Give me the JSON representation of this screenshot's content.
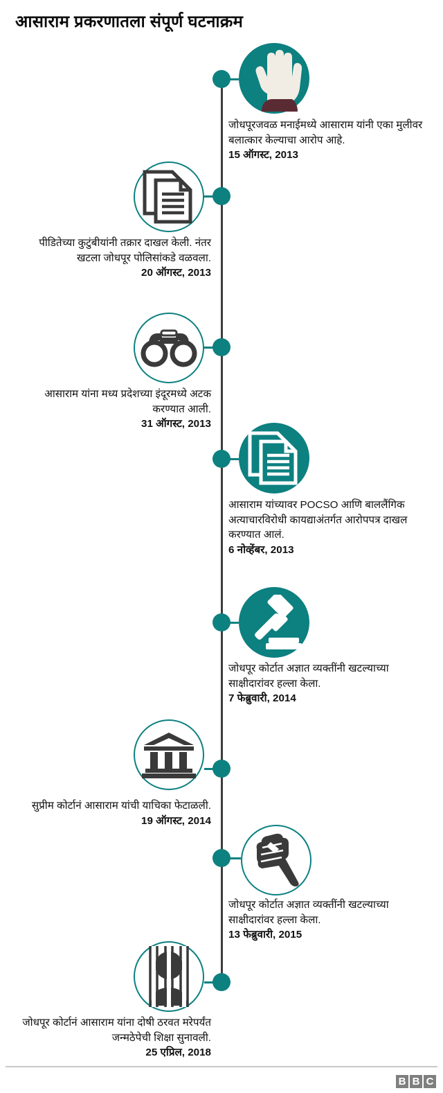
{
  "title": "आसाराम प्रकरणातला संपूर्ण घटनाक्रम",
  "colors": {
    "teal": "#0d8080",
    "spine": "#3d3d3d",
    "icon_dark": "#3a3a3a",
    "hand_skin": "#f1ede4",
    "sleeve": "#5b2b33",
    "logo_gray": "#7f7f7f"
  },
  "footer": {
    "logo_letters": [
      "B",
      "B",
      "C"
    ]
  },
  "events": [
    {
      "id": "event-1",
      "side": "right",
      "icon": "raised-hand-icon",
      "icon_style": "filled",
      "description": "जोधपूरजवळ मनाईमध्ये आसाराम यांनी एका मुलीवर बलात्कार केल्याचा आरोप आहे.",
      "date": "15 ऑगस्ट, 2013"
    },
    {
      "id": "event-2",
      "side": "left",
      "icon": "documents-icon",
      "icon_style": "outlined",
      "description": "पीडितेच्या कुटुंबीयांनी तक्रार दाखल केली. नंतर खटला जोधपूर पोलिसांकडे वळवला.",
      "date": "20 ऑगस्ट, 2013"
    },
    {
      "id": "event-3",
      "side": "left",
      "icon": "handcuffs-icon",
      "icon_style": "outlined",
      "description": "आसाराम यांना मध्य प्रदेशच्या इंदूरमध्ये अटक करण्यात आली.",
      "date": "31 ऑगस्ट, 2013"
    },
    {
      "id": "event-4",
      "side": "right",
      "icon": "documents-icon",
      "icon_style": "filled",
      "description": "आसाराम यांच्यावर POCSO आणि बाललैंगिक अत्याचारविरोधी कायद्याअंतर्गत आरोपपत्र दाखल करण्यात आलं.",
      "date": "6 नोव्हेंबर, 2013"
    },
    {
      "id": "event-5",
      "side": "right",
      "icon": "gavel-icon",
      "icon_style": "filled",
      "description": "जोधपूर कोर्टात अज्ञात व्यक्तींनी खटल्याच्या साक्षीदारांवर हल्ला केला.",
      "date": "7 फेब्रुवारी, 2014"
    },
    {
      "id": "event-6",
      "side": "left",
      "icon": "courthouse-icon",
      "icon_style": "outlined",
      "description": "सुप्रीम कोर्टानं आसाराम यांची याचिका फेटाळली.",
      "date": "19 ऑगस्ट, 2014"
    },
    {
      "id": "event-7",
      "side": "right",
      "icon": "fist-knife-icon",
      "icon_style": "outlined",
      "description": "जोधपूर कोर्टात अज्ञात व्यक्तींनी खटल्याच्या साक्षीदारांवर हल्ला केला.",
      "date": "13 फेब्रुवारी, 2015"
    },
    {
      "id": "event-8",
      "side": "left",
      "icon": "prison-bars-icon",
      "icon_style": "outlined",
      "description": "जोधपूर कोर्टानं आसाराम यांना दोषी ठरवत मरेपर्यंत जन्मठेपेची शिक्षा सुनावली.",
      "date": "25 एप्रिल, 2018"
    }
  ]
}
